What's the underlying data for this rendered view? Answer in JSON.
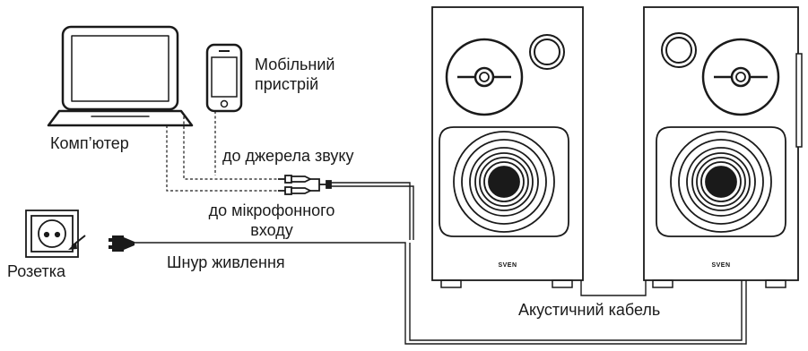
{
  "labels": {
    "computer": "Комп’ютер",
    "mobile_line1": "Мобільний",
    "mobile_line2": "пристрій",
    "audio_source": "до джерела звуку",
    "mic_line1": "до мікрофонного",
    "mic_line2": "входу",
    "socket": "Розетка",
    "power_cord": "Шнур живлення",
    "speaker_cable": "Акустичний кабель"
  },
  "speakers": {
    "brand": "SVEN"
  },
  "colors": {
    "line": "#1a1a1a",
    "background": "#ffffff"
  },
  "icons": [
    "laptop-icon",
    "smartphone-icon",
    "wall-socket-icon",
    "power-plug-icon",
    "audio-jack-icon"
  ]
}
